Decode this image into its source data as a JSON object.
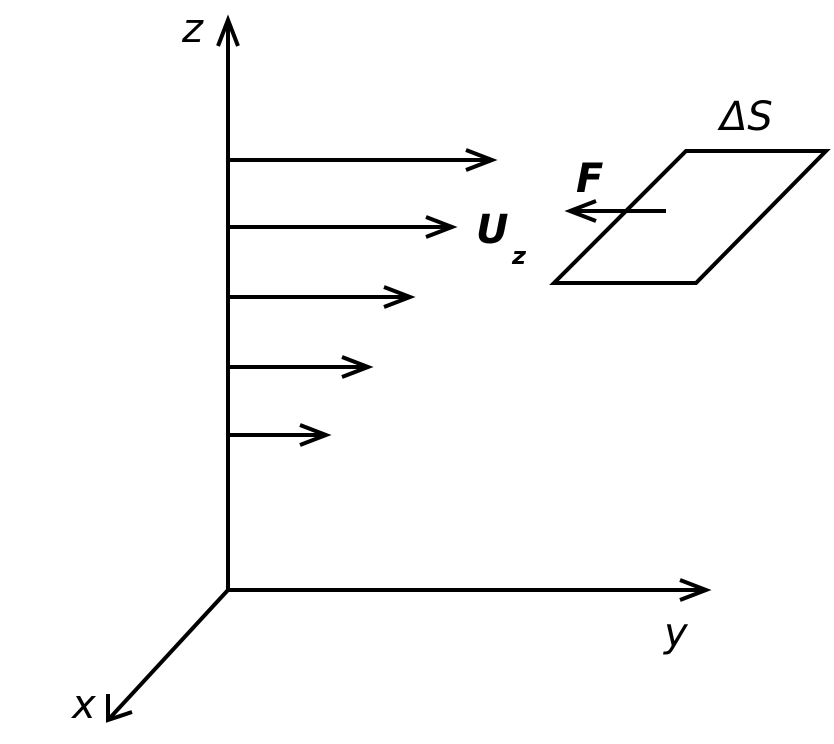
{
  "labels": {
    "z_axis": "z",
    "y_axis": "y",
    "x_axis": "x",
    "area": "ΔS",
    "force": "F",
    "velocity": "U",
    "velocity_subscript": "z"
  },
  "colors": {
    "stroke": "#000000",
    "background": "#ffffff"
  }
}
